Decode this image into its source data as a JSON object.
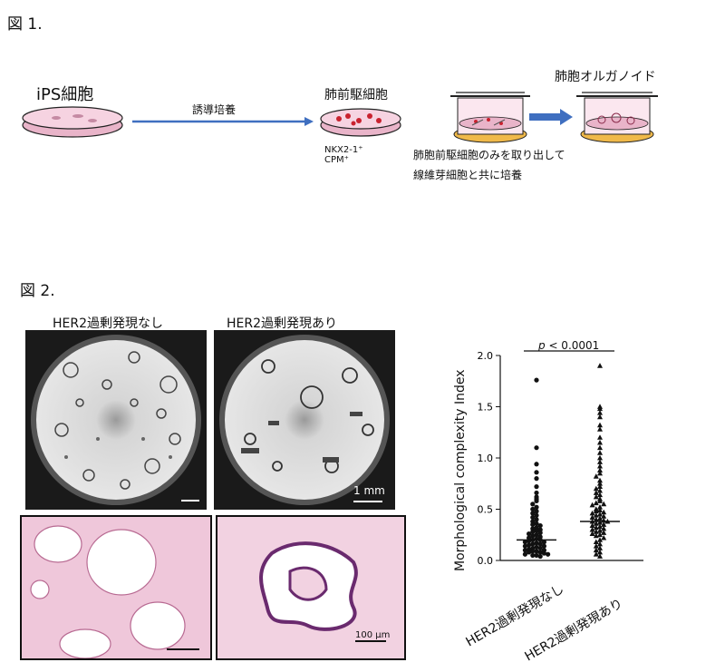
{
  "fig1": {
    "label": "図 1.",
    "stage1": "iPS細胞",
    "arrow1": "誘導培養",
    "stage2": "肺前駆細胞",
    "markers": [
      "NKX2-1⁺",
      "CPM⁺"
    ],
    "step_line1": "肺胞前駆細胞のみを取り出して",
    "step_line2": "線維芽細胞と共に培養",
    "stage3": "肺胞オルガノイド"
  },
  "fig2": {
    "label": "図 2.",
    "col1": "HER2過剰発現なし",
    "col2": "HER2過剰発現あり",
    "scale_top": "1 mm",
    "scale_bottom": "100 μm",
    "pvalue_p": "p",
    "pvalue_rest": " < 0.0001"
  },
  "chart_data": {
    "type": "scatter",
    "ylabel": "Morphological complexity Index",
    "categories": [
      "HER2過剰発現なし",
      "HER2過剰発現あり"
    ],
    "ylim": [
      0,
      2.0
    ],
    "yticks": [
      "0.0",
      "0.5",
      "1.0",
      "1.5",
      "2.0"
    ],
    "grid": false,
    "series": [
      {
        "marker": "circle",
        "median": 0.2,
        "values": [
          1.76,
          1.1,
          0.94,
          0.86,
          0.8,
          0.72,
          0.66,
          0.62,
          0.6,
          0.58,
          0.55,
          0.52,
          0.5,
          0.48,
          0.46,
          0.44,
          0.42,
          0.4,
          0.38,
          0.36,
          0.35,
          0.34,
          0.32,
          0.31,
          0.3,
          0.29,
          0.28,
          0.27,
          0.26,
          0.25,
          0.24,
          0.23,
          0.22,
          0.21,
          0.2,
          0.2,
          0.19,
          0.18,
          0.18,
          0.17,
          0.16,
          0.16,
          0.15,
          0.14,
          0.14,
          0.13,
          0.12,
          0.12,
          0.11,
          0.1,
          0.1,
          0.09,
          0.09,
          0.08,
          0.08,
          0.07,
          0.06,
          0.06,
          0.05,
          0.05,
          0.04
        ]
      },
      {
        "marker": "triangle",
        "median": 0.38,
        "values": [
          1.9,
          1.5,
          1.48,
          1.44,
          1.4,
          1.32,
          1.28,
          1.2,
          1.15,
          1.1,
          1.05,
          1.0,
          0.96,
          0.92,
          0.88,
          0.85,
          0.82,
          0.78,
          0.75,
          0.72,
          0.7,
          0.68,
          0.66,
          0.64,
          0.62,
          0.6,
          0.58,
          0.56,
          0.55,
          0.54,
          0.52,
          0.5,
          0.49,
          0.48,
          0.47,
          0.46,
          0.45,
          0.44,
          0.43,
          0.42,
          0.41,
          0.4,
          0.39,
          0.38,
          0.38,
          0.37,
          0.36,
          0.35,
          0.34,
          0.33,
          0.32,
          0.31,
          0.3,
          0.29,
          0.28,
          0.27,
          0.26,
          0.25,
          0.24,
          0.22,
          0.2,
          0.18,
          0.16,
          0.14,
          0.12,
          0.1,
          0.08,
          0.06,
          0.04
        ]
      }
    ]
  }
}
